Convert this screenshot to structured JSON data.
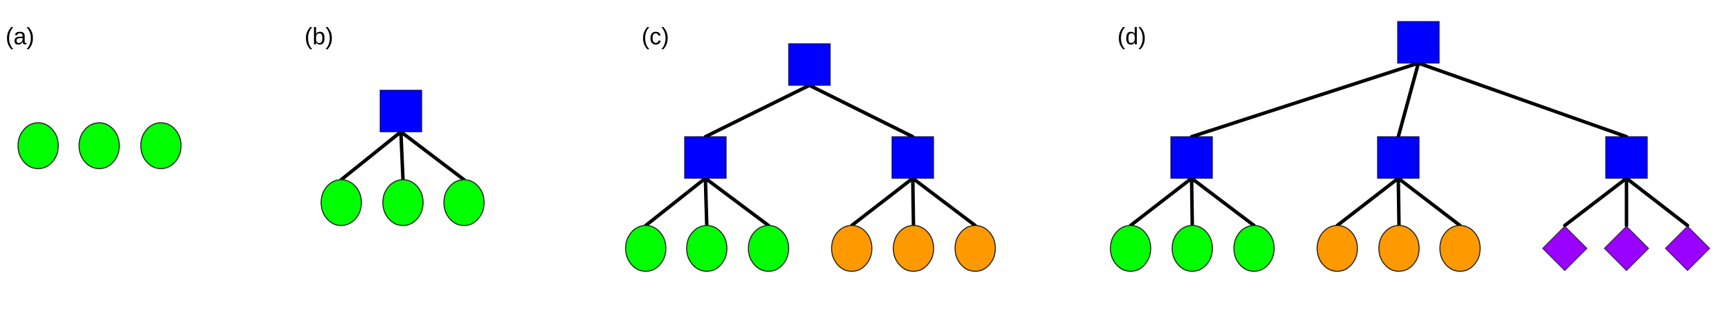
{
  "colors": {
    "square": "#0000ff",
    "green_circle": "#00ff00",
    "orange_circle": "#ff9900",
    "purple_diamond": "#9900ff",
    "edge": "#000000",
    "outline": "#222222"
  },
  "panels": [
    {
      "label": "(a)",
      "trees": [
        {
          "children": [
            {
              "shape": "circle",
              "color": "green_circle"
            },
            {
              "shape": "circle",
              "color": "green_circle"
            },
            {
              "shape": "circle",
              "color": "green_circle"
            }
          ]
        }
      ]
    },
    {
      "label": "(b)",
      "root": "square",
      "children": [
        {
          "shape": "circle",
          "color": "green_circle"
        },
        {
          "shape": "circle",
          "color": "green_circle"
        },
        {
          "shape": "circle",
          "color": "green_circle"
        }
      ]
    },
    {
      "label": "(c)",
      "root": "square",
      "subtrees": [
        {
          "node": "square",
          "children": [
            {
              "shape": "circle",
              "color": "green_circle"
            },
            {
              "shape": "circle",
              "color": "green_circle"
            },
            {
              "shape": "circle",
              "color": "green_circle"
            }
          ]
        },
        {
          "node": "square",
          "children": [
            {
              "shape": "circle",
              "color": "orange_circle"
            },
            {
              "shape": "circle",
              "color": "orange_circle"
            },
            {
              "shape": "circle",
              "color": "orange_circle"
            }
          ]
        }
      ]
    },
    {
      "label": "(d)",
      "root": "square",
      "subtrees": [
        {
          "node": "square",
          "children": [
            {
              "shape": "circle",
              "color": "green_circle"
            },
            {
              "shape": "circle",
              "color": "green_circle"
            },
            {
              "shape": "circle",
              "color": "green_circle"
            }
          ]
        },
        {
          "node": "square",
          "children": [
            {
              "shape": "circle",
              "color": "orange_circle"
            },
            {
              "shape": "circle",
              "color": "orange_circle"
            },
            {
              "shape": "circle",
              "color": "orange_circle"
            }
          ]
        },
        {
          "node": "square",
          "children": [
            {
              "shape": "diamond",
              "color": "purple_diamond"
            },
            {
              "shape": "diamond",
              "color": "purple_diamond"
            },
            {
              "shape": "diamond",
              "color": "purple_diamond"
            }
          ]
        }
      ]
    }
  ]
}
